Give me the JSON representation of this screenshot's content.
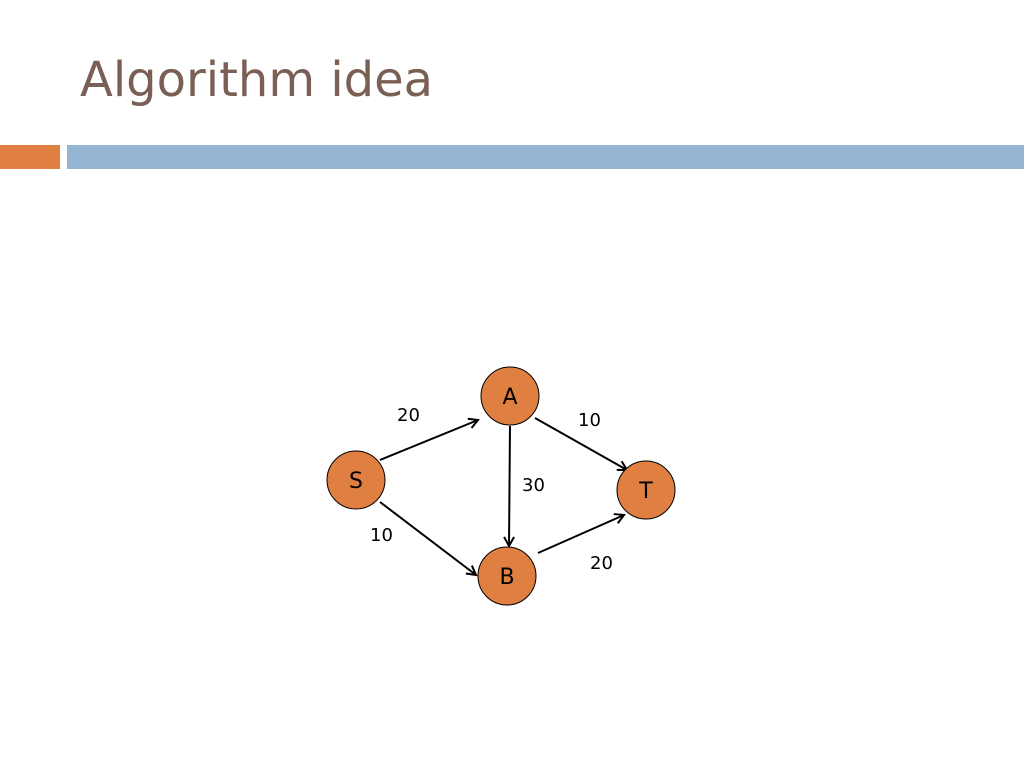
{
  "slide": {
    "title": "Algorithm idea"
  },
  "colors": {
    "title_text": "#7a5f54",
    "accent_bar": "#e07f42",
    "main_bar": "#94b6d2",
    "node_fill": "#e07f42"
  },
  "graph": {
    "nodes": {
      "s": {
        "label": "S"
      },
      "a": {
        "label": "A"
      },
      "b": {
        "label": "B"
      },
      "t": {
        "label": "T"
      }
    },
    "edges": {
      "s_a": {
        "from": "S",
        "to": "A",
        "weight": "20"
      },
      "s_b": {
        "from": "S",
        "to": "B",
        "weight": "10"
      },
      "a_b": {
        "from": "A",
        "to": "B",
        "weight": "30"
      },
      "a_t": {
        "from": "A",
        "to": "T",
        "weight": "10"
      },
      "b_t": {
        "from": "B",
        "to": "T",
        "weight": "20"
      }
    }
  }
}
